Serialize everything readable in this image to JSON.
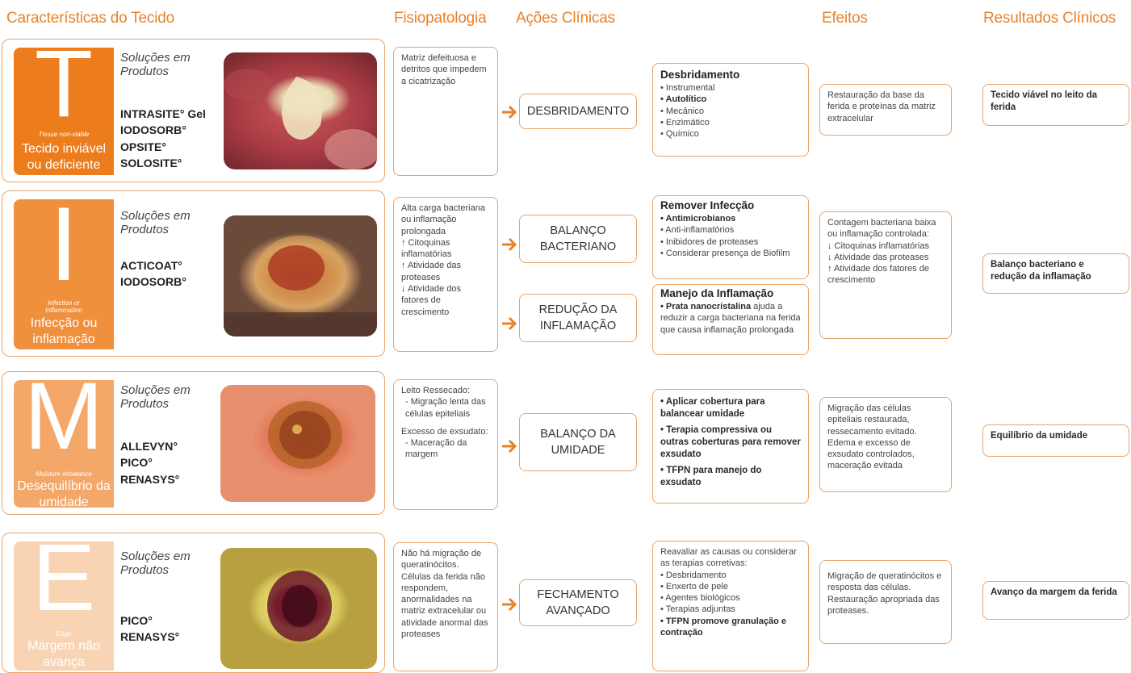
{
  "headers": {
    "col1": "Características do Tecido",
    "col2": "Fisiopatologia",
    "col3": "Ações Clínicas",
    "col4": "Efeitos",
    "col5": "Resultados Clínicos"
  },
  "solutions_label": "Soluções em Produtos",
  "rows": [
    {
      "letter": "T",
      "tab_color": "#ed7d1c",
      "english": "Tissue non-viable",
      "portuguese": "Tecido inviável ou deficiente",
      "products": [
        "INTRASITE° Gel",
        "IODOSORB°",
        "OPSITE°",
        "SOLOSITE°"
      ],
      "photo": "wound-photo-necrotic-tissue",
      "pathophysiology": "Matriz defeituosa e detritos que impedem a cicatrização",
      "actions": [
        "DESBRIDAMENTO"
      ],
      "clinical": {
        "title": "Desbridamento",
        "items": [
          "• Instrumental",
          "• Autolítico",
          "• Mecânico",
          "• Enzimático",
          "• Químico"
        ]
      },
      "effects": "Restauração da base da ferida e proteínas da matriz extracelular",
      "result": "Tecido viável no leito da ferida"
    },
    {
      "letter": "I",
      "tab_color": "#f08f3c",
      "english": "Infection or Inflammation",
      "portuguese": "Infecção ou inflamação",
      "products": [
        "ACTICOAT°",
        "IODOSORB°"
      ],
      "photo": "wound-photo-infected-tissue",
      "pathophysiology": [
        "Alta carga bacteriana ou inflamação prolongada",
        "↑ Citoquinas inflamatórias",
        "↑ Atividade das proteases",
        "↓ Atividade dos fatores de crescimento"
      ],
      "actions": [
        "BALANÇO BACTERIANO",
        "REDUÇÃO DA INFLAMAÇÃO"
      ],
      "clinical": {
        "title": "Remover Infecção",
        "items": [
          "• Antimicrobianos",
          "• Anti-inflamatórios",
          "• Inibidores de proteases",
          "• Considerar presença de Biofilm"
        ]
      },
      "clinical2": {
        "title": "Manejo da Inflamação",
        "lead": "• Prata nanocristalina",
        "text": " ajuda a reduzir a carga bacteriana na ferida que causa inflamação prolongada"
      },
      "effects": [
        "Contagem bacteriana baixa ou inflamação controlada:",
        "↓ Citoquinas inflamatórias",
        "↓ Atividade das proteases",
        "↑ Atividade dos fatores de crescimento"
      ],
      "result": "Balanço bacteriano e redução da inflamação"
    },
    {
      "letter": "M",
      "tab_color": "#f3a86a",
      "english": "Moisture imbalance",
      "portuguese": "Desequilíbrio da umidade",
      "products": [
        "ALLEVYN°",
        "PICO°",
        "RENASYS°"
      ],
      "photo": "wound-photo-moisture-imbalance",
      "pathophysiology": [
        "Leito Ressecado:",
        "- Migração lenta das células epiteliais",
        "Excesso de exsudato:",
        "- Maceração da margem"
      ],
      "actions": [
        "BALANÇO DA UMIDADE"
      ],
      "clinical": {
        "items": [
          "• Aplicar cobertura para balancear umidade",
          "• Terapia compressiva ou outras coberturas para remover exsudato",
          "• TFPN para manejo do exsudato"
        ]
      },
      "effects": "Migração das células epiteliais restaurada, ressecamento evitado. Edema e excesso de exsudato controlados, maceração evitada",
      "result": "Equilíbrio da umidade"
    },
    {
      "letter": "E",
      "tab_color": "#f8d4b4",
      "english": "Edge",
      "portuguese": "Margem não avança",
      "products": [
        "PICO°",
        "RENASYS°"
      ],
      "photo": "wound-photo-non-advancing-edge",
      "pathophysiology": "Não há migração de queratinócitos. Células da ferida não respondem, anormalidades na matriz extracelular ou atividade anormal das proteases",
      "actions": [
        "FECHAMENTO AVANÇADO"
      ],
      "clinical": {
        "intro": "Reavaliar as causas ou considerar as terapias corretivas:",
        "items": [
          "• Desbridamento",
          "• Enxerto de pele",
          "• Agentes biológicos",
          "• Terapias adjuntas",
          "• TFPN promove granulação e contração"
        ]
      },
      "effects": "Migração de queratinócitos e resposta das células. Restauração apropriada das proteases.",
      "result": "Avanço da margem da ferida"
    }
  ]
}
